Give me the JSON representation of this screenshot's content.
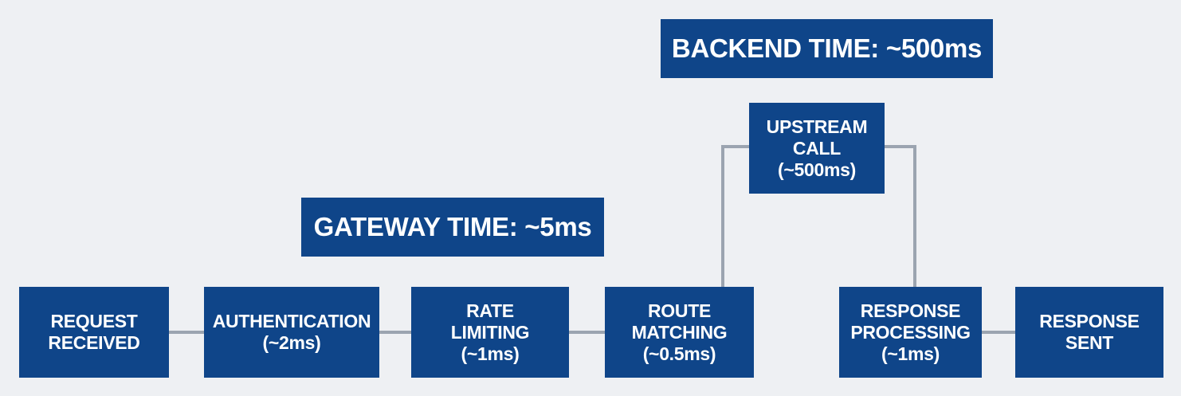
{
  "banners": {
    "gateway": "GATEWAY TIME: ~5ms",
    "backend": "BACKEND TIME: ~500ms"
  },
  "nodes": {
    "request_received": "REQUEST\nRECEIVED",
    "authentication": "AUTHENTICATION\n(~2ms)",
    "rate_limiting": "RATE\nLIMITING\n(~1ms)",
    "route_matching": "ROUTE\nMATCHING\n(~0.5ms)",
    "upstream_call": "UPSTREAM\nCALL\n(~500ms)",
    "response_processing": "RESPONSE\nPROCESSING\n(~1ms)",
    "response_sent": "RESPONSE\nSENT"
  },
  "colors": {
    "box": "#0f4589",
    "connector": "#9ba4b0",
    "background": "#eef0f3",
    "text": "#ffffff"
  }
}
